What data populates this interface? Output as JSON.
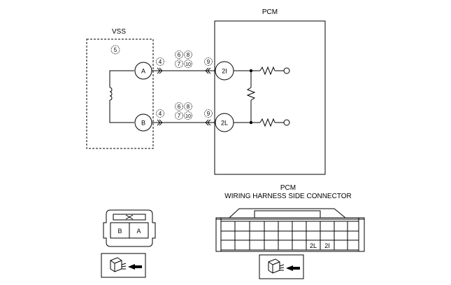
{
  "vss": {
    "title": "VSS",
    "ref": "5",
    "terminal_a": "A",
    "terminal_b": "B"
  },
  "pcm": {
    "title": "PCM",
    "terminal_2i": "2I",
    "terminal_2l": "2L"
  },
  "wire_top": {
    "ref_left": "4",
    "ref_mid_1": "6",
    "ref_mid_2": "8",
    "ref_mid_3": "7",
    "ref_mid_4": "10",
    "ref_right": "9"
  },
  "wire_bottom": {
    "ref_left": "4",
    "ref_mid_1": "6",
    "ref_mid_2": "8",
    "ref_mid_3": "7",
    "ref_mid_4": "10",
    "ref_right": "9"
  },
  "vss_connector": {
    "cell_left": "B",
    "cell_right": "A"
  },
  "pcm_connector": {
    "title_line1": "PCM",
    "title_line2": "WIRING HARNESS SIDE CONNECTOR",
    "cell_2l": "2L",
    "cell_2i": "2I"
  }
}
